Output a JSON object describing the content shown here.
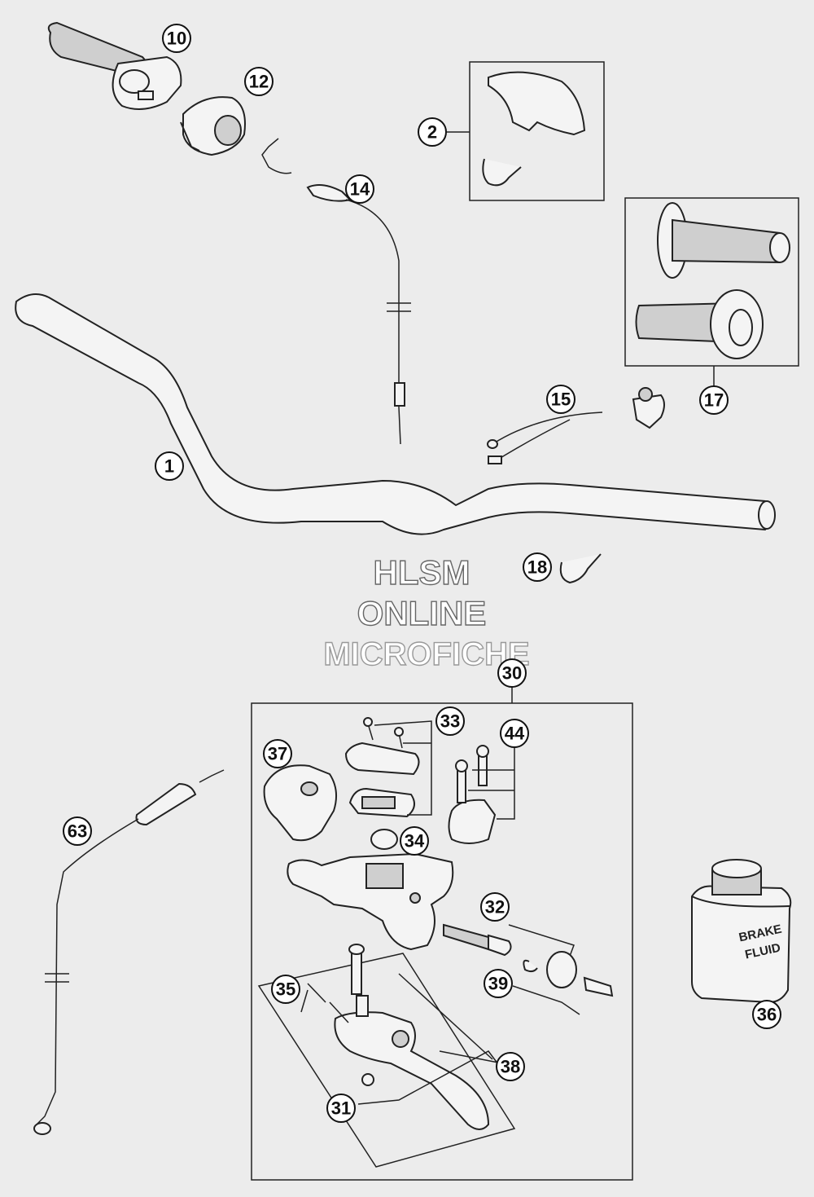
{
  "watermark": {
    "line1": "HLSM",
    "line2": "ONLINE",
    "line3": "MICROFICHE"
  },
  "container_label": {
    "line1": "BRAKE",
    "line2": "FLUID"
  },
  "callouts": {
    "c1": "1",
    "c2": "2",
    "c10": "10",
    "c12": "12",
    "c14": "14",
    "c15": "15",
    "c17": "17",
    "c18": "18",
    "c30": "30",
    "c31": "31",
    "c32": "32",
    "c33": "33",
    "c34": "34",
    "c35": "35",
    "c36": "36",
    "c37": "37",
    "c38": "38",
    "c39": "39",
    "c44": "44",
    "c63": "63"
  }
}
